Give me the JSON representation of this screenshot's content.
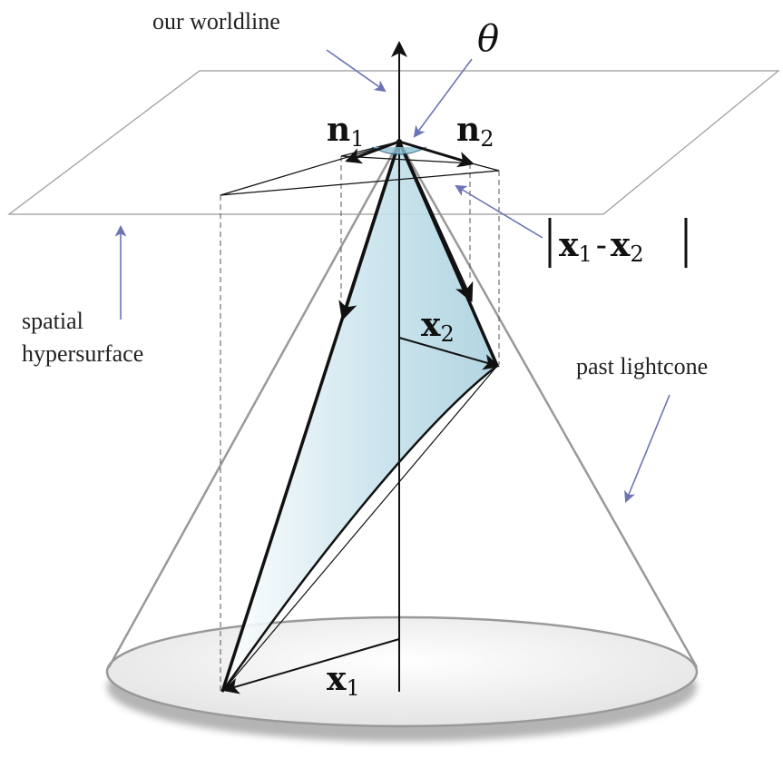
{
  "labels": {
    "worldline": "our worldline",
    "theta": "θ",
    "n1_main": "n",
    "n1_sub": "1",
    "n2_main": "n",
    "n2_sub": "2",
    "dist_x1": "x",
    "dist_sub1": "1",
    "dist_minus": "-",
    "dist_x2": "x",
    "dist_sub2": "2",
    "x2_main": "x",
    "x2_sub": "2",
    "x1_main": "x",
    "x1_sub": "1",
    "hypersurface_line1": "spatial",
    "hypersurface_line2": "hypersurface",
    "lightcone": "past lightcone"
  },
  "colors": {
    "pointer_arrow": "#6b74b4",
    "shaded_face": "#b9dbe6",
    "cone_edge": "#999999",
    "ellipse_fill": "#f2f2f2"
  }
}
